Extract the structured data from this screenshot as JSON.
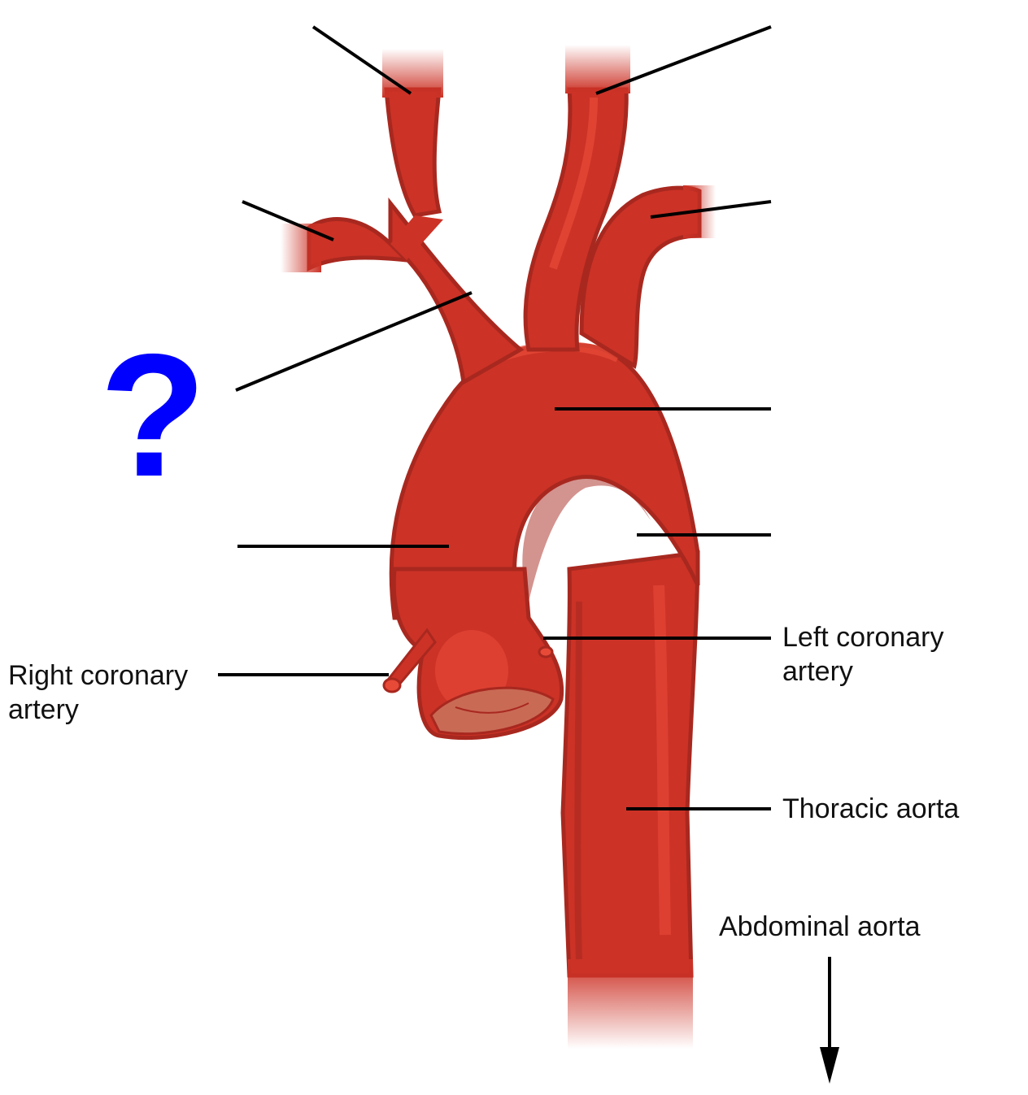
{
  "labels": {
    "right_coronary": {
      "line1": "Right coronary",
      "line2": "artery"
    },
    "left_coronary": {
      "line1": "Left coronary",
      "line2": "artery"
    },
    "thoracic_aorta": "Thoracic aorta",
    "abdominal_aorta": "Abdominal aorta",
    "question_mark": "?"
  },
  "colors": {
    "vessel": "#cc3226",
    "vessel_highlight": "#e84a38",
    "vessel_outline": "#a8281f",
    "valve": "#c96a55",
    "question_mark": "#0000ff",
    "leader_line": "#000000"
  }
}
